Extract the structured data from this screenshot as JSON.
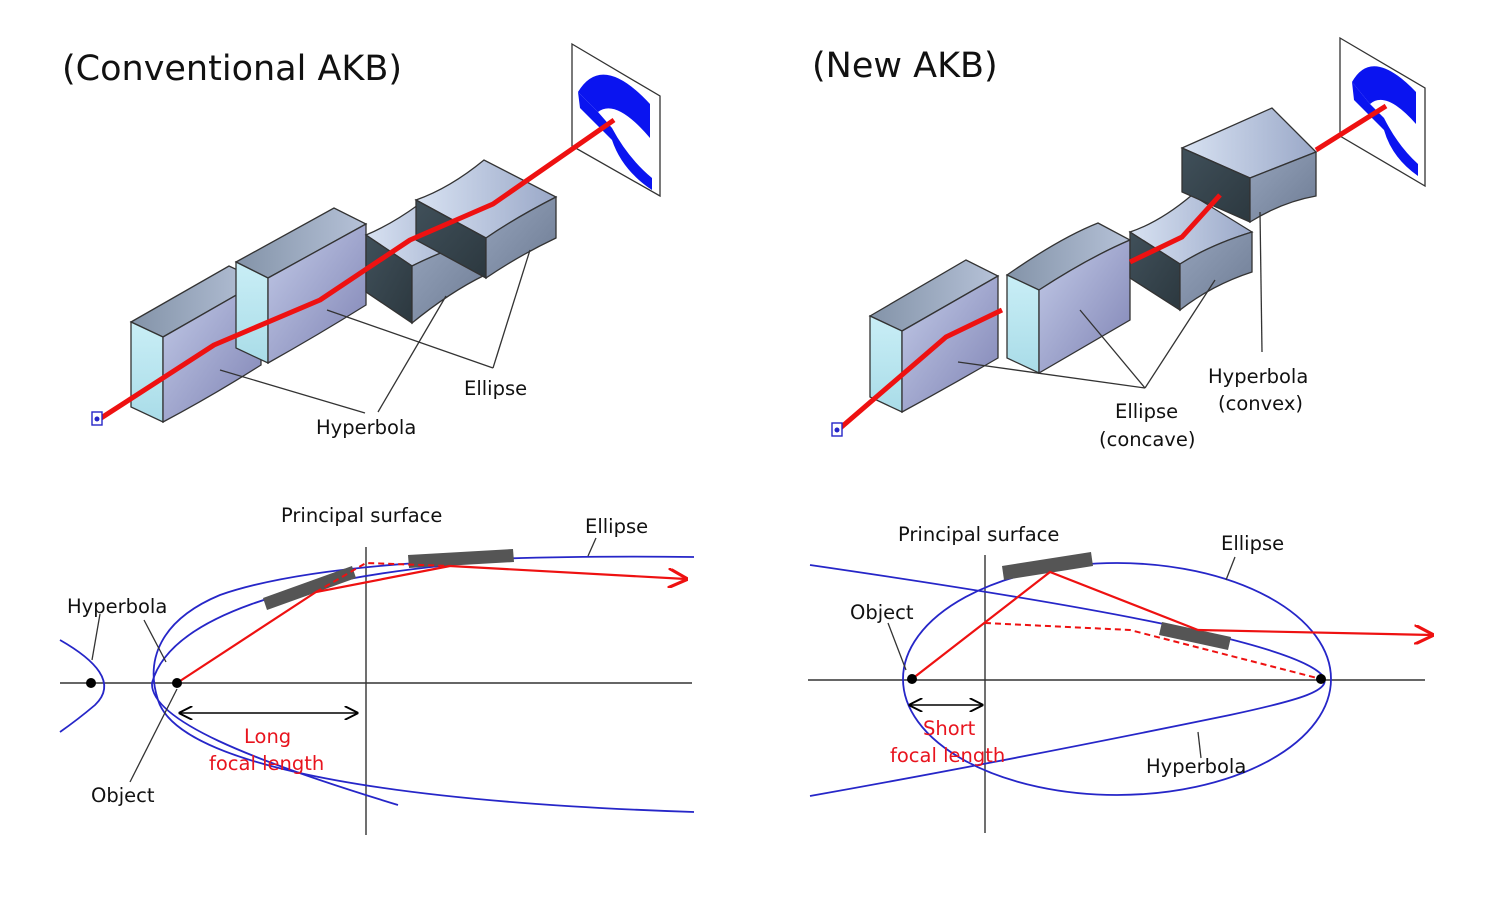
{
  "top_left": {
    "title": "(Conventional AKB)",
    "labels": {
      "ellipse": "Ellipse",
      "hyperbola": "Hyperbola"
    }
  },
  "top_right": {
    "title": "(New AKB)",
    "labels": {
      "hyperbola": "Hyperbola",
      "hyperbola_sub": "(convex)",
      "ellipse": "Ellipse",
      "ellipse_sub": "(concave)"
    }
  },
  "bottom_left": {
    "principal_surface": "Principal surface",
    "ellipse": "Ellipse",
    "hyperbola": "Hyperbola",
    "object": "Object",
    "focal_line1": "Long",
    "focal_line2": "focal length"
  },
  "bottom_right": {
    "principal_surface": "Principal surface",
    "ellipse": "Ellipse",
    "object": "Object",
    "hyperbola": "Hyperbola",
    "focal_line1": "Short",
    "focal_line2": "focal length"
  },
  "colors": {
    "beam": "#ee1111",
    "curve": "#2626c8",
    "mirror": "#555555",
    "pattern": "#0a14f0"
  }
}
